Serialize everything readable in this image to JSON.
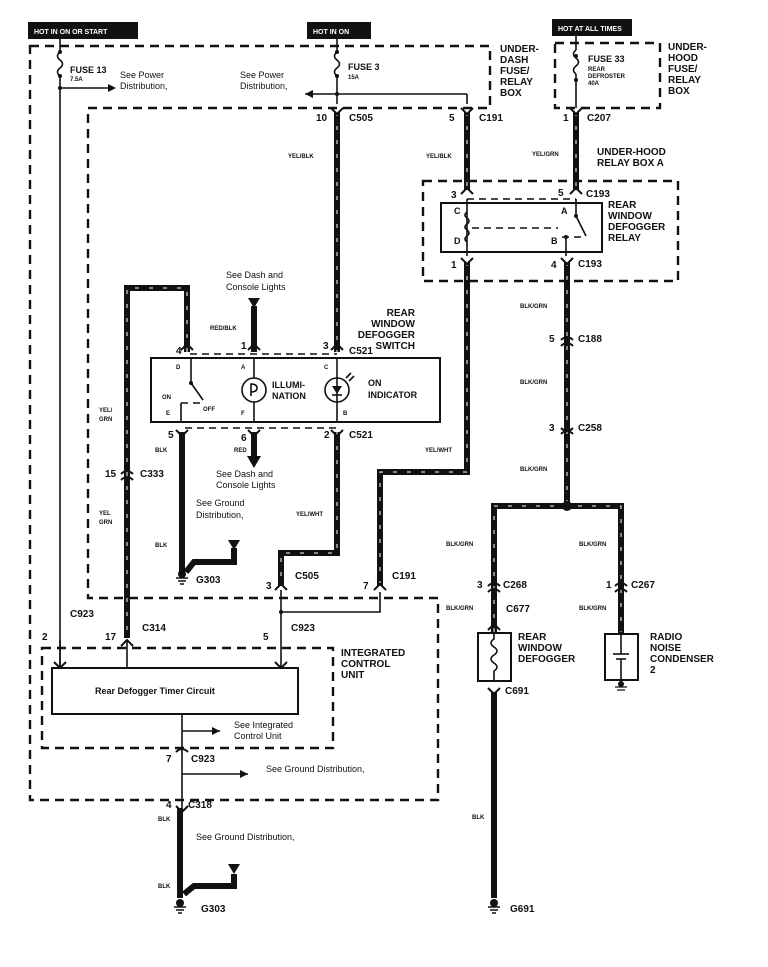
{
  "power_labels": {
    "hot_in_on_or_start": "HOT IN ON OR START",
    "hot_in_on": "HOT IN ON",
    "hot_at_all_times": "HOT AT ALL TIMES"
  },
  "fuses": {
    "fuse13": {
      "name": "FUSE 13",
      "rating": "7.5A"
    },
    "fuse3": {
      "name": "FUSE 3",
      "rating": "15A"
    },
    "fuse33": {
      "name": "FUSE 33",
      "line1": "REAR",
      "line2": "DEFROSTER",
      "rating": "40A"
    }
  },
  "boxes": {
    "under_dash": [
      "UNDER-",
      "DASH",
      "FUSE/",
      "RELAY",
      "BOX"
    ],
    "under_hood_fuse": [
      "UNDER-",
      "HOOD",
      "FUSE/",
      "RELAY",
      "BOX"
    ],
    "under_hood_relay": [
      "UNDER-HOOD",
      "RELAY BOX A"
    ],
    "defogger_relay": [
      "REAR",
      "WINDOW",
      "DEFOGGER",
      "RELAY"
    ],
    "defogger_switch": [
      "REAR",
      "WINDOW",
      "DEFOGGER",
      "SWITCH"
    ],
    "integrated_control_unit": [
      "INTEGRATED",
      "CONTROL",
      "UNIT"
    ],
    "timer_circuit": "Rear Defogger Timer Circuit",
    "rear_window_defogger": [
      "REAR",
      "WINDOW",
      "DEFOGGER"
    ],
    "radio_noise_condenser": [
      "RADIO",
      "NOISE",
      "CONDENSER",
      "2"
    ]
  },
  "notes": {
    "see_power_1": [
      "See Power",
      "Distribution,"
    ],
    "see_power_2": [
      "See Power",
      "Distribution,"
    ],
    "see_dash_1": [
      "See Dash and",
      "Console Lights"
    ],
    "see_dash_2": [
      "See Dash and",
      "Console Lights"
    ],
    "see_ground_1": [
      "See Ground",
      "Distribution,"
    ],
    "see_icu": [
      "See Integrated",
      "Control Unit"
    ],
    "see_ground_2": "See Ground Distribution,",
    "see_ground_3": "See Ground Distribution,"
  },
  "switch": {
    "illumination": [
      "ILLUMI-",
      "NATION"
    ],
    "on_indicator": [
      "ON",
      "INDICATOR"
    ],
    "on": "ON",
    "off": "OFF",
    "terminals": {
      "A": "A",
      "B": "B",
      "C": "C",
      "D": "D",
      "E": "E",
      "F": "F"
    }
  },
  "relay_terminals": {
    "A": "A",
    "B": "B",
    "C": "C",
    "D": "D"
  },
  "connectors": {
    "c505_top": {
      "pin": "10",
      "name": "C505"
    },
    "c191_top": {
      "pin": "5",
      "name": "C191"
    },
    "c207": {
      "pin": "1",
      "name": "C207"
    },
    "c193_3": {
      "pin": "3",
      "name": "C193"
    },
    "c193_5": {
      "pin": "5"
    },
    "c193_1": {
      "pin": "1"
    },
    "c193_4": {
      "pin": "4",
      "name": "C193"
    },
    "c521_4": {
      "pin": "4"
    },
    "c521_1": {
      "pin": "1"
    },
    "c521_3": {
      "pin": "3",
      "name": "C521"
    },
    "c521_5": {
      "pin": "5"
    },
    "c521_6": {
      "pin": "6"
    },
    "c521_2": {
      "pin": "2",
      "name": "C521"
    },
    "c188": {
      "pin": "5",
      "name": "C188"
    },
    "c258": {
      "pin": "3",
      "name": "C258"
    },
    "c333": {
      "pin": "15",
      "name": "C333"
    },
    "c505_bot": {
      "pin": "3",
      "name": "C505"
    },
    "c191_bot": {
      "pin": "7",
      "name": "C191"
    },
    "c923_left": {
      "pin": "2",
      "name": "C923"
    },
    "c314": {
      "pin": "17",
      "name": "C314"
    },
    "c923_mid": {
      "pin": "5",
      "name": "C923"
    },
    "c923_bot": {
      "pin": "7",
      "name": "C923"
    },
    "c318": {
      "pin": "4",
      "name": "C318"
    },
    "c268": {
      "pin": "3",
      "name": "C268"
    },
    "c677": {
      "name": "C677"
    },
    "c691": {
      "name": "C691"
    },
    "c267": {
      "pin": "1",
      "name": "C267"
    }
  },
  "grounds": {
    "g303_top": "G303",
    "g303_bot": "G303",
    "g691": "G691"
  },
  "wire_colors": {
    "yel_blk_1": "YEL/BLK",
    "yel_blk_2": "YEL/BLK",
    "yel_grn_1": "YEL/GRN",
    "red_blk": "RED/BLK",
    "yel_grn_2": [
      "YEL/",
      "GRN"
    ],
    "yel_grn_3": [
      "YEL",
      "GRN"
    ],
    "blk_1": "BLK",
    "blk_2": "BLK",
    "red": "RED",
    "yel_wht_1": "YEL/WHT",
    "yel_wht_2": "YEL/WHT",
    "blk_grn_1": "BLK/GRN",
    "blk_grn_2": "BLK/GRN",
    "blk_grn_3": "BLK/GRN",
    "blk_grn_4": "BLK/GRN",
    "blk_grn_5": "BLK/GRN",
    "blk_grn_6": "BLK/GRN",
    "blk_grn_7": "BLK/GRN",
    "blk_3": "BLK",
    "blk_4": "BLK",
    "blk_5": "BLK"
  }
}
